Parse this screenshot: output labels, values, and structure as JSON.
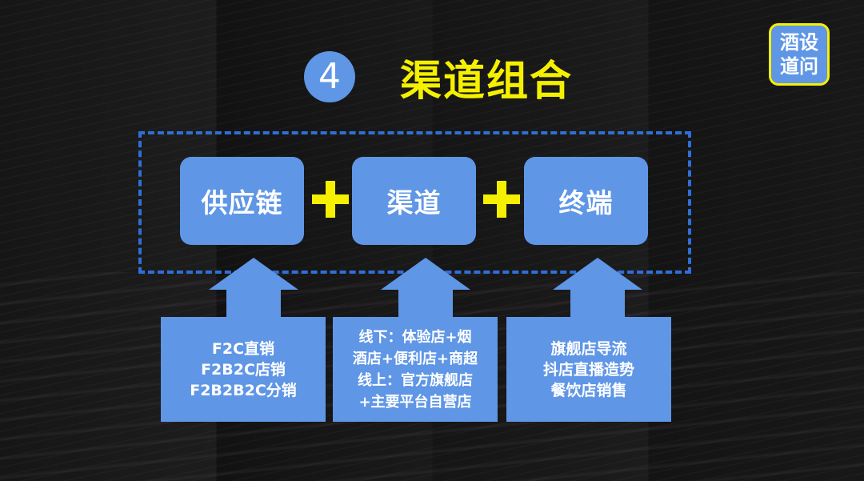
{
  "header": {
    "step_number": "4",
    "title": "渠道组合"
  },
  "brand": {
    "line1": "酒设",
    "line2": "道问"
  },
  "top_boxes": [
    {
      "label": "供应链"
    },
    {
      "label": "渠道"
    },
    {
      "label": "终端"
    }
  ],
  "bottom_boxes": [
    {
      "lines": [
        "F2C直销",
        "F2B2C店销",
        "F2B2B2C分销"
      ]
    },
    {
      "lines": [
        "线下：体验店+烟",
        "酒店+便利店+商超",
        "线上：官方旗舰店",
        "+主要平台自营店"
      ]
    },
    {
      "lines": [
        "旗舰店导流",
        "抖店直播造势",
        "餐饮店销售"
      ]
    }
  ],
  "colors": {
    "accent_blue": "#5f96e6",
    "dash_blue": "#2f6fd6",
    "highlight_yellow": "#f5f000"
  }
}
